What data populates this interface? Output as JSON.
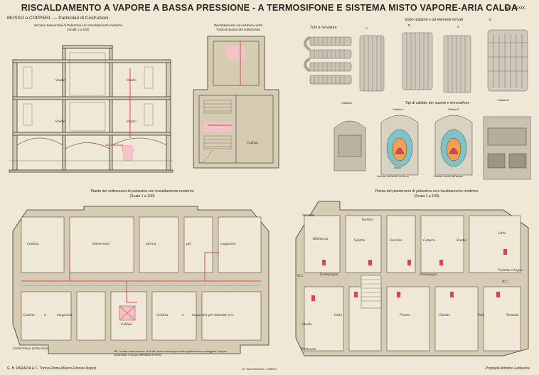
{
  "header": {
    "title": "RISCALDAMENTO A VAPORE A BASSA PRESSIONE - A TERMOSIFONE E SISTEMA MISTO VAPORE-ARIA CALDA",
    "plate": "Tav. XXXIX.",
    "subtitle": "MUSSO e COPPERI. — Particolari di Costruzioni."
  },
  "panels": {
    "section": {
      "caption": "Sezione trasversale di Palazzina con riscaldamento moderno",
      "scale": "(Scala 1 a 100)"
    },
    "misto": {
      "caption": "Riscaldamento con sistema misto",
      "note": "Tratto di pianta del sotterraneo"
    },
    "tubi": {
      "caption": "Tubi a nervature"
    },
    "stufe": {
      "caption": "Stufe-radiatori e ad elementi nervati",
      "letters": [
        "A",
        "B",
        "C",
        "D"
      ]
    },
    "caldaie": {
      "caption": "Tipi di caldaie per vapore e termosifone",
      "a": "Caldaia A",
      "b": "Caldaia B",
      "sec1": "Sezione nell'anello del fumo",
      "sec2": "Sezione anello dell'acqua",
      "fuoco": "Fuoco"
    },
    "basement": {
      "caption": "Pianta del sotterraneo di palazzina con riscaldamento moderno",
      "scale": "(Scala 1 a 100)"
    },
    "ground": {
      "caption": "Pianta del pianterreno di palazzina con riscaldamento moderno",
      "scale": "(Scala 1 a 100)"
    },
    "note": "NB. Le linee rosse indicano i tubi del vapore e dell'acqua calda; quelle azzurre punteggiate il vapore condensato o l'acqua raffreddata di ritorno."
  },
  "rooms": {
    "section": [
      "Studio",
      "Studio",
      "Studio",
      "Studio"
    ],
    "basement": [
      "Cantina",
      "Sotterranei",
      "diversi",
      "per",
      "magazzini",
      "Cantina",
      "e",
      "magazzini",
      "Caldaia",
      "Cantina",
      "e",
      "magazzini per deposito ecc.",
      "Sotterraneo praticabile"
    ],
    "ground": [
      "Veranda",
      "Biblioteca",
      "Salotto",
      "Toeletta",
      "Servizio",
      "Camera",
      "Studio",
      "Letto",
      "Disimpegno",
      "Disimpegno",
      "Letto",
      "Pranzo",
      "Salotto",
      "Sala",
      "Veranda",
      "Studio",
      "W.C.",
      "Toeletta e bagno",
      "W.C.",
      "Portineria"
    ]
  },
  "footer": {
    "publisher": "G. B. PARAVIA & C.  Torino-Roma-Milano-Firenze-Napoli.",
    "print": "LIT. SALUSSOGLIA - TORINO",
    "rights": "Proprietà Artistico-Letteraria."
  }
}
